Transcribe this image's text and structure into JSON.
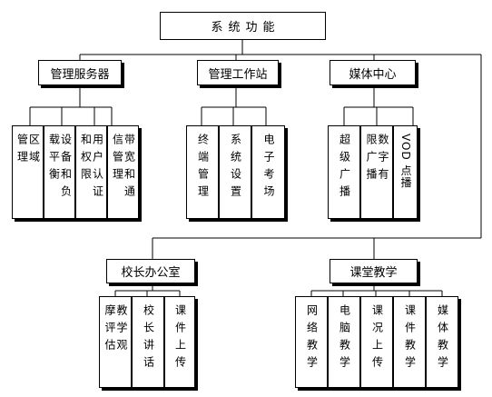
{
  "root": {
    "label": "系统功能"
  },
  "groups": {
    "server": {
      "label": "管理服务器",
      "children": [
        {
          "lines": [
            "区",
            "域",
            "管",
            "理"
          ]
        },
        {
          "lines": [
            "设备和负载平衡"
          ]
        },
        {
          "lines": [
            "用户认证和权限"
          ]
        },
        {
          "lines": [
            "带宽和通信管理"
          ]
        }
      ]
    },
    "workstation": {
      "label": "管理工作站",
      "children": [
        {
          "lines": [
            "终端管理"
          ]
        },
        {
          "lines": [
            "系统设置"
          ]
        },
        {
          "lines": [
            "电子考场"
          ]
        }
      ]
    },
    "media": {
      "label": "媒体中心",
      "children": [
        {
          "lines": [
            "超级广播"
          ]
        },
        {
          "lines": [
            "数字有限广播"
          ]
        },
        {
          "lines": [
            "VOD 点播"
          ]
        }
      ]
    },
    "principal": {
      "label": "校长办公室",
      "children": [
        {
          "lines": [
            "教学观摩评估"
          ]
        },
        {
          "lines": [
            "校长讲话"
          ]
        },
        {
          "lines": [
            "课件上传"
          ]
        }
      ]
    },
    "classroom": {
      "label": "课堂教学",
      "children": [
        {
          "lines": [
            "网络教学"
          ]
        },
        {
          "lines": [
            "电脑教学"
          ]
        },
        {
          "lines": [
            "课况上传"
          ]
        },
        {
          "lines": [
            "课件教学"
          ]
        },
        {
          "lines": [
            "媒体教学"
          ]
        }
      ]
    }
  }
}
